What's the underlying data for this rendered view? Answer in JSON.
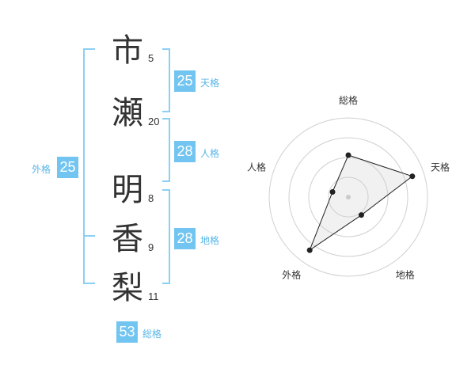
{
  "name": {
    "chars": [
      {
        "char": "市",
        "strokes": "5"
      },
      {
        "char": "瀬",
        "strokes": "20"
      },
      {
        "char": "明",
        "strokes": "8"
      },
      {
        "char": "香",
        "strokes": "9"
      },
      {
        "char": "梨",
        "strokes": "11"
      }
    ]
  },
  "kakusu": {
    "tenkaku": {
      "value": "25",
      "label": "天格"
    },
    "jinkaku": {
      "value": "28",
      "label": "人格"
    },
    "chikaku": {
      "value": "28",
      "label": "地格"
    },
    "gaikaku": {
      "value": "25",
      "label": "外格"
    },
    "soukaku": {
      "value": "53",
      "label": "総格"
    }
  },
  "colors": {
    "accent": "#72c5f0",
    "bracket": "#8ccff5",
    "text": "#333333"
  },
  "chart_data": {
    "type": "radar",
    "axes": [
      "総格",
      "天格",
      "地格",
      "外格",
      "人格"
    ],
    "values": [
      0.53,
      0.85,
      0.28,
      0.83,
      0.21
    ],
    "rings": 4,
    "max": 1
  }
}
